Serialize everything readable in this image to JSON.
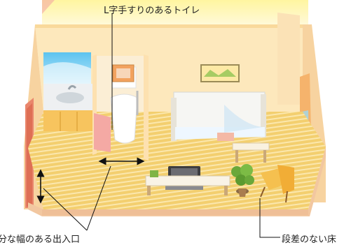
{
  "labels": {
    "toilet": "L字手すりのあるトイレ",
    "entrance": "分な幅のある出入口",
    "floor": "段差のない床"
  },
  "colors": {
    "wall_back": "#fde8bc",
    "wall_side": "#f7d3a0",
    "floor": "#f3cf6f",
    "floor_stripe": "#fbe7ad",
    "ceiling_glow": "#fff7b8",
    "door_red": "#e9866c",
    "door_orange": "#f5b36c",
    "bed_sheet": "#f6f6f3",
    "kitchen_cabinet": "#f7c45e",
    "callout_line": "#1a1a1a"
  }
}
